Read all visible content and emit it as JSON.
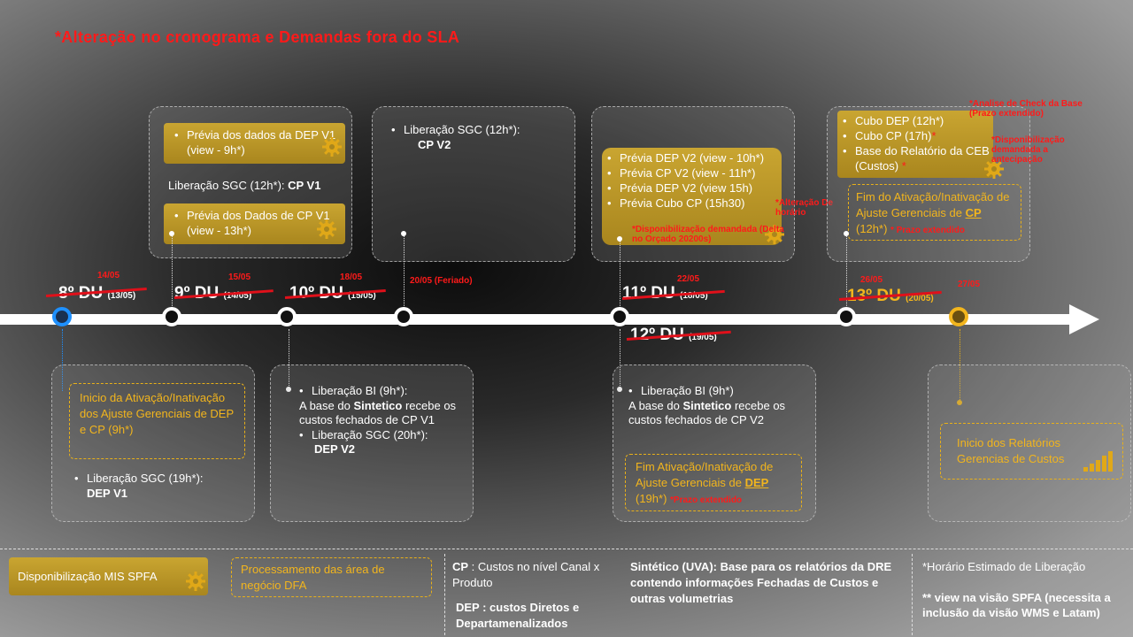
{
  "title": "*Alteração no cronograma  e Demandas fora do SLA",
  "timeline": {
    "du_8": {
      "label": "8º DU",
      "date": "(13/05)",
      "new_date": "14/05"
    },
    "du_9": {
      "label": "9º DU",
      "date": "(14/05)",
      "new_date": "15/05"
    },
    "du_10": {
      "label": "10º DU",
      "date": "(15/05)",
      "new_date": "18/05"
    },
    "holiday": "20/05 (Feriado)",
    "du_11": {
      "label": "11º DU",
      "date": "(18/05)",
      "new_date": "22/05"
    },
    "du_12": {
      "label": "12º DU",
      "date": "(19/05)"
    },
    "du_13": {
      "label": "13º DU",
      "date": "(20/05)",
      "new_date": "26/05"
    },
    "final_date": "27/05"
  },
  "panel_9du": {
    "box1": "Prévia dos dados da DEP V1 (view - 9h*)",
    "release_prefix": "Liberação SGC (12h*): ",
    "release_bold": "CP V1",
    "box2": "Prévia dos Dados de CP V1 (view - 13h*)"
  },
  "panel_holiday": {
    "line1": "Liberação SGC (12h*):",
    "line2": "CP V2"
  },
  "panel_11du": {
    "items": [
      "Prévia DEP V2 (view - 10h*)",
      "Prévia CP V2 (view - 11h*)",
      "Prévia DEP V2 (view 15h)",
      "Prévia Cubo CP (15h30)"
    ],
    "note_change": "*Alteração De horário",
    "note_demand": "*Disponibilização demandada (Delta no Orçado 20200s)"
  },
  "panel_13du": {
    "items": [
      "Cubo DEP (12h*)",
      "Cubo CP (17h)",
      "Base do Relatório da CEB (Custos)"
    ],
    "asterisk": "*",
    "note_check": "*Analise de Check da Base (Prazo extendido)",
    "note_anticip": "*Disponibilização demandada a antecipação",
    "fim_text1": "Fim do Ativação/Inativação de Ajuste Gerenciais de ",
    "fim_bold": "CP",
    "fim_text2": " (12h*) ",
    "fim_note": "*  Prazo extendido"
  },
  "panel_8du": {
    "dash_text": "Inicio da Ativação/Inativação  dos Ajuste Gerenciais de DEP e CP (9h*)",
    "release": "Liberação SGC (19h*):",
    "release_bold": "DEP V1"
  },
  "panel_10du": {
    "bi": "Liberação BI (9h*):",
    "base_pre": "A base do ",
    "base_bold": "Sintetico",
    "base_post": " recebe os custos fechados de CP V1",
    "sgc": "Liberação SGC (20h*):",
    "sgc_bold": "DEP V2"
  },
  "panel_12du": {
    "bi": "Liberação BI (9h*)",
    "base_pre": "A base do ",
    "base_bold": "Sintetico",
    "base_post": " recebe os custos fechados de CP V2",
    "fim_text": "Fim Ativação/Inativação de Ajuste Gerenciais de ",
    "fim_bold": "DEP",
    "fim_time": " (19h*) ",
    "fim_note": "*Prazo extendido"
  },
  "panel_final": {
    "text": "Inicio dos Relatórios Gerencias de Custos"
  },
  "legend": {
    "mis": "Disponibilização MIS SPFA",
    "dfa": "Processamento das área de negócio DFA",
    "cp_bold": "CP",
    "cp_text": " : Custos no nível Canal x Produto",
    "dep": "DEP : custos Diretos e Departamenalizados",
    "sint": "Sintético (UVA):  Base para os relatórios da DRE contendo informações Fechadas de Custos e outras volumetrias",
    "horario": "*Horário Estimado de Liberação",
    "view_note": "** view na visão SPFA (necessita a inclusão da visão WMS e Latam)"
  },
  "colors": {
    "accent_red": "#ff1a1a",
    "gold": "#c9a531",
    "gold_dash": "#e8b019",
    "blue_node": "#1e90ff"
  },
  "icons": [
    "gear-icon",
    "arrow-icon",
    "bar-chart-icon"
  ]
}
